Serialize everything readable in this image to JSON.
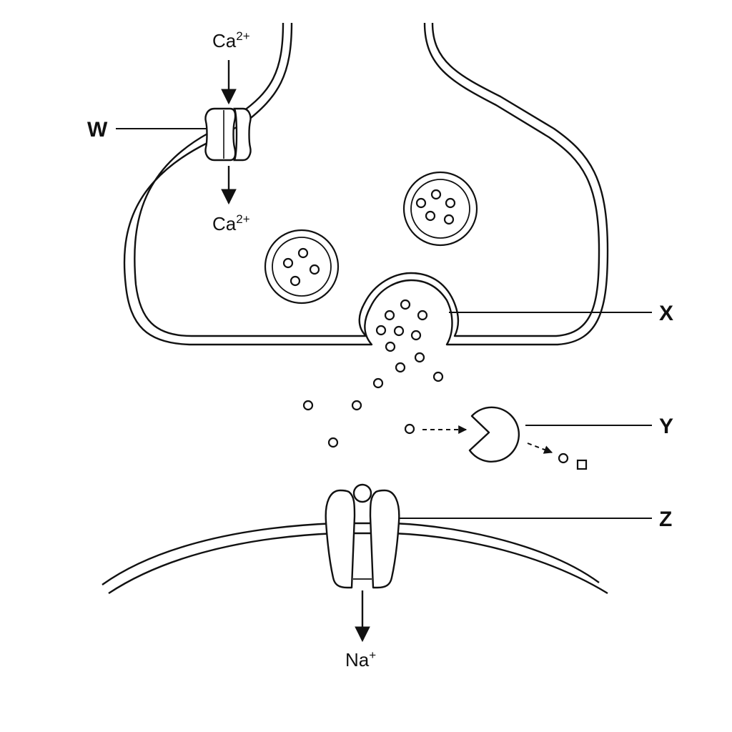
{
  "labels": {
    "w": "W",
    "x": "X",
    "y": "Y",
    "z": "Z"
  },
  "ions": {
    "ca_in": {
      "base": "Ca",
      "sup": "2+"
    },
    "ca_out": {
      "base": "Ca",
      "sup": "2+"
    },
    "na": {
      "base": "Na",
      "sup": "+"
    }
  },
  "colors": {
    "stroke": "#111111",
    "background": "#ffffff"
  }
}
